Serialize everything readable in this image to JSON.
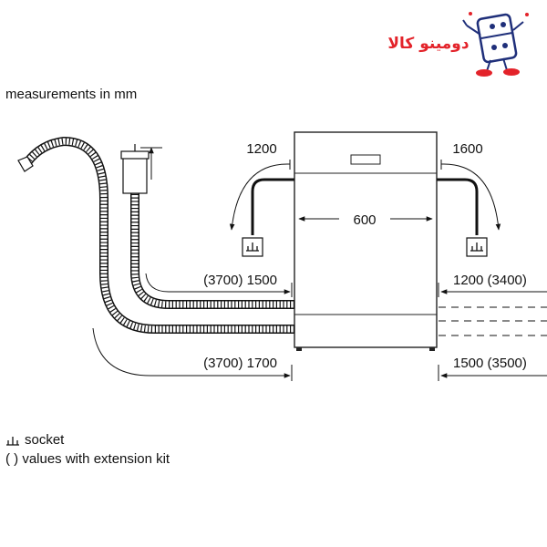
{
  "units_note": "measurements in mm",
  "dimensions": {
    "width": "600",
    "left_socket_distance": "1200",
    "right_socket_distance": "1600",
    "left_upper": "(3700) 1500",
    "left_lower": "(3700) 1700",
    "right_upper": "1200 (3400)",
    "right_lower": "1500 (3500)"
  },
  "legend": {
    "socket": "socket",
    "extension": "( ) values with extension kit"
  },
  "logo": {
    "text": "دومینو کالا",
    "colors": {
      "primary": "#e3232a",
      "accent": "#1f2f7a"
    }
  }
}
